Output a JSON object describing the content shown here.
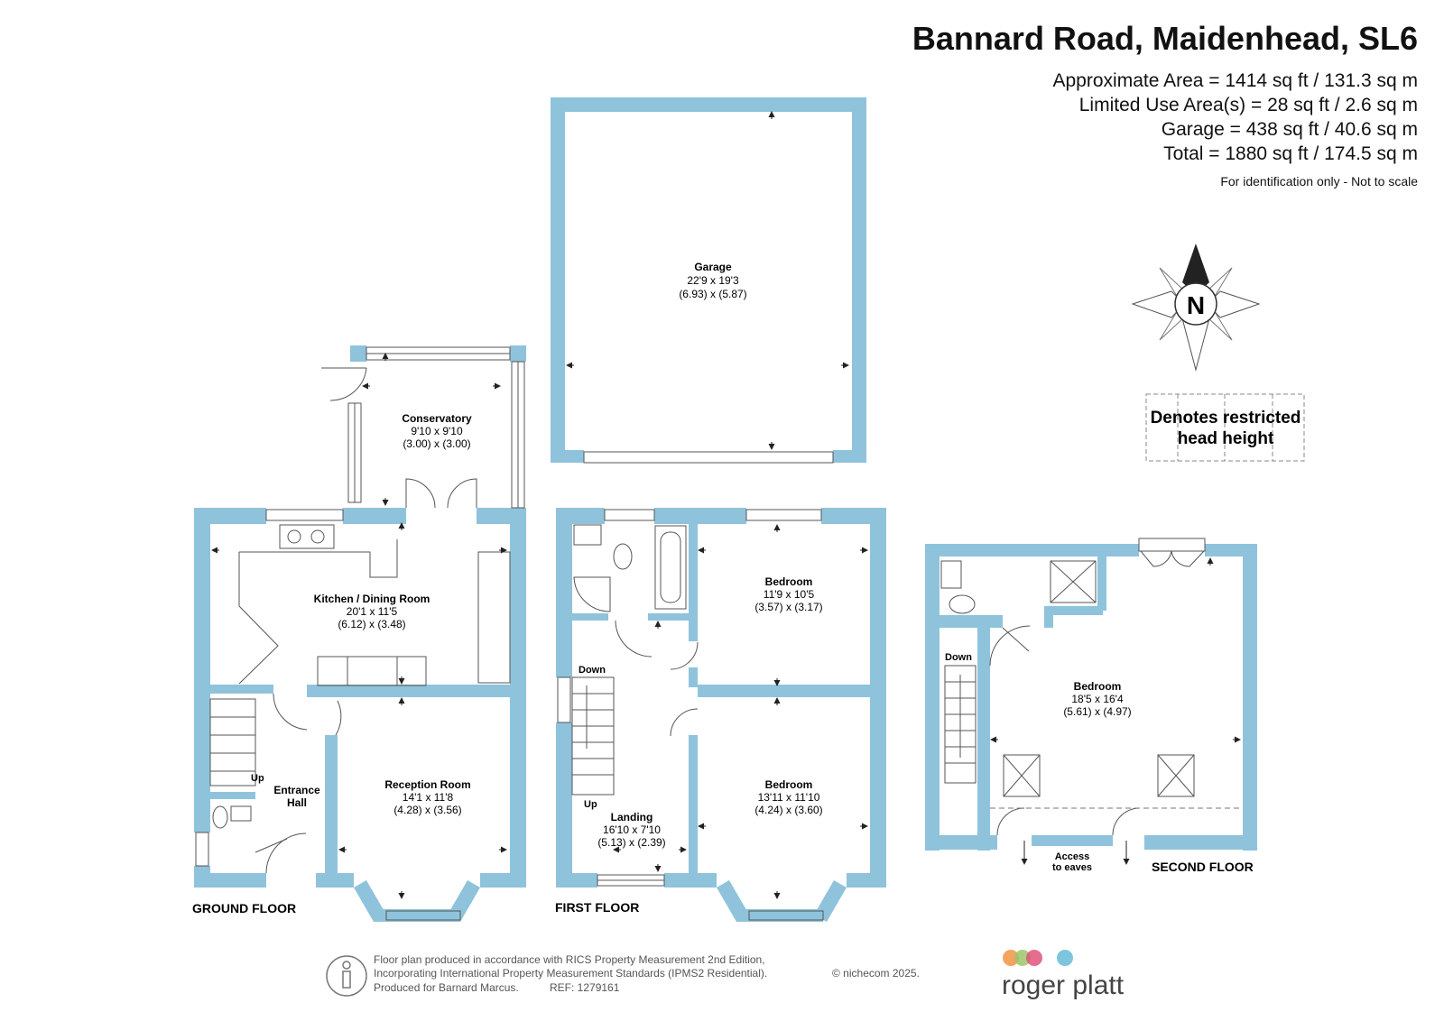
{
  "header": {
    "title": "Bannard Road, Maidenhead, SL6",
    "area_lines": [
      "Approximate Area = 1414 sq ft / 131.3 sq m",
      "Limited Use Area(s) = 28 sq ft / 2.6 sq m",
      "Garage = 438 sq ft / 40.6 sq m",
      "Total = 1880 sq ft / 174.5 sq m"
    ],
    "identification_note": "For identification only - Not to scale"
  },
  "compass": {
    "letter": "N"
  },
  "legend": {
    "restricted_line1": "Denotes restricted",
    "restricted_line2": "head height"
  },
  "rooms": {
    "garage": {
      "name": "Garage",
      "imperial": "22'9 x 19'3",
      "metric": "(6.93) x (5.87)"
    },
    "conservatory": {
      "name": "Conservatory",
      "imperial": "9'10 x 9'10",
      "metric": "(3.00) x (3.00)"
    },
    "kitchen": {
      "name": "Kitchen / Dining Room",
      "imperial": "20'1 x 11'5",
      "metric": "(6.12) x (3.48)"
    },
    "reception": {
      "name": "Reception Room",
      "imperial": "14'1 x 11'8",
      "metric": "(4.28) x (3.56)"
    },
    "entrance_line1": "Entrance",
    "entrance_line2": "Hall",
    "bedroom_ff_upper": {
      "name": "Bedroom",
      "imperial": "11'9 x 10'5",
      "metric": "(3.57) x (3.17)"
    },
    "bedroom_ff_lower": {
      "name": "Bedroom",
      "imperial": "13'11 x 11'10",
      "metric": "(4.24) x (3.60)"
    },
    "landing": {
      "name": "Landing",
      "imperial": "16'10 x 7'10",
      "metric": "(5.13) x (2.39)"
    },
    "bedroom_sf": {
      "name": "Bedroom",
      "imperial": "18'5 x 16'4",
      "metric": "(5.61) x (4.97)"
    }
  },
  "stairs": {
    "up": "Up",
    "down": "Down"
  },
  "eaves": {
    "line1": "Access",
    "line2": "to eaves"
  },
  "floors": {
    "ground": "GROUND FLOOR",
    "first": "FIRST FLOOR",
    "second": "SECOND FLOOR"
  },
  "footer": {
    "line1": "Floor plan produced in accordance with RICS Property Measurement 2nd Edition,",
    "line2": "Incorporating International Property Measurement Standards (IPMS2 Residential).",
    "line3": "Produced for Barnard Marcus.",
    "ref": "REF:  1279161",
    "copyright": "© nichecom 2025.",
    "brand": "roger platt"
  },
  "colors": {
    "wall": "#8fc3dc",
    "brand_orange": "#f29a4e",
    "brand_green": "#9cc56a",
    "brand_pink": "#e2547a",
    "brand_blue": "#7ec4dc"
  }
}
